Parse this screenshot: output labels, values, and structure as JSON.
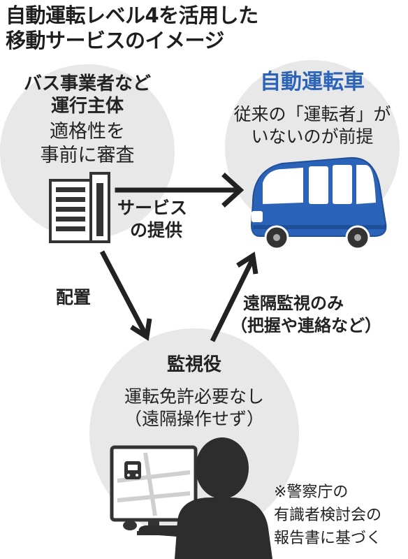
{
  "title": {
    "line1": "自動運転レベル4を活用した",
    "line2": "移動サービスのイメージ"
  },
  "operator": {
    "heading_line1": "バス事業者など",
    "heading_line2": "運行主体",
    "desc_line1": "適格性を",
    "desc_line2": "事前に審査"
  },
  "vehicle": {
    "heading": "自動運転車",
    "desc_line1": "従来の「運転者」が",
    "desc_line2": "いないのが前提"
  },
  "arrows": {
    "service_line1": "サービス",
    "service_line2": "の提供",
    "assign": "配置",
    "monitor_line1": "遠隔監視のみ",
    "monitor_line2": "（把握や連絡など）"
  },
  "monitor": {
    "heading": "監視役",
    "desc_line1": "運転免許必要なし",
    "desc_line2": "（遠隔操作せず）"
  },
  "note": {
    "line1": "※警察庁の",
    "line2": "有識者検討会の",
    "line3": "報告書に基づく"
  },
  "colors": {
    "accent_blue": "#2b63b8",
    "circle_gray": "#e8e8e8",
    "ink": "#222222"
  }
}
